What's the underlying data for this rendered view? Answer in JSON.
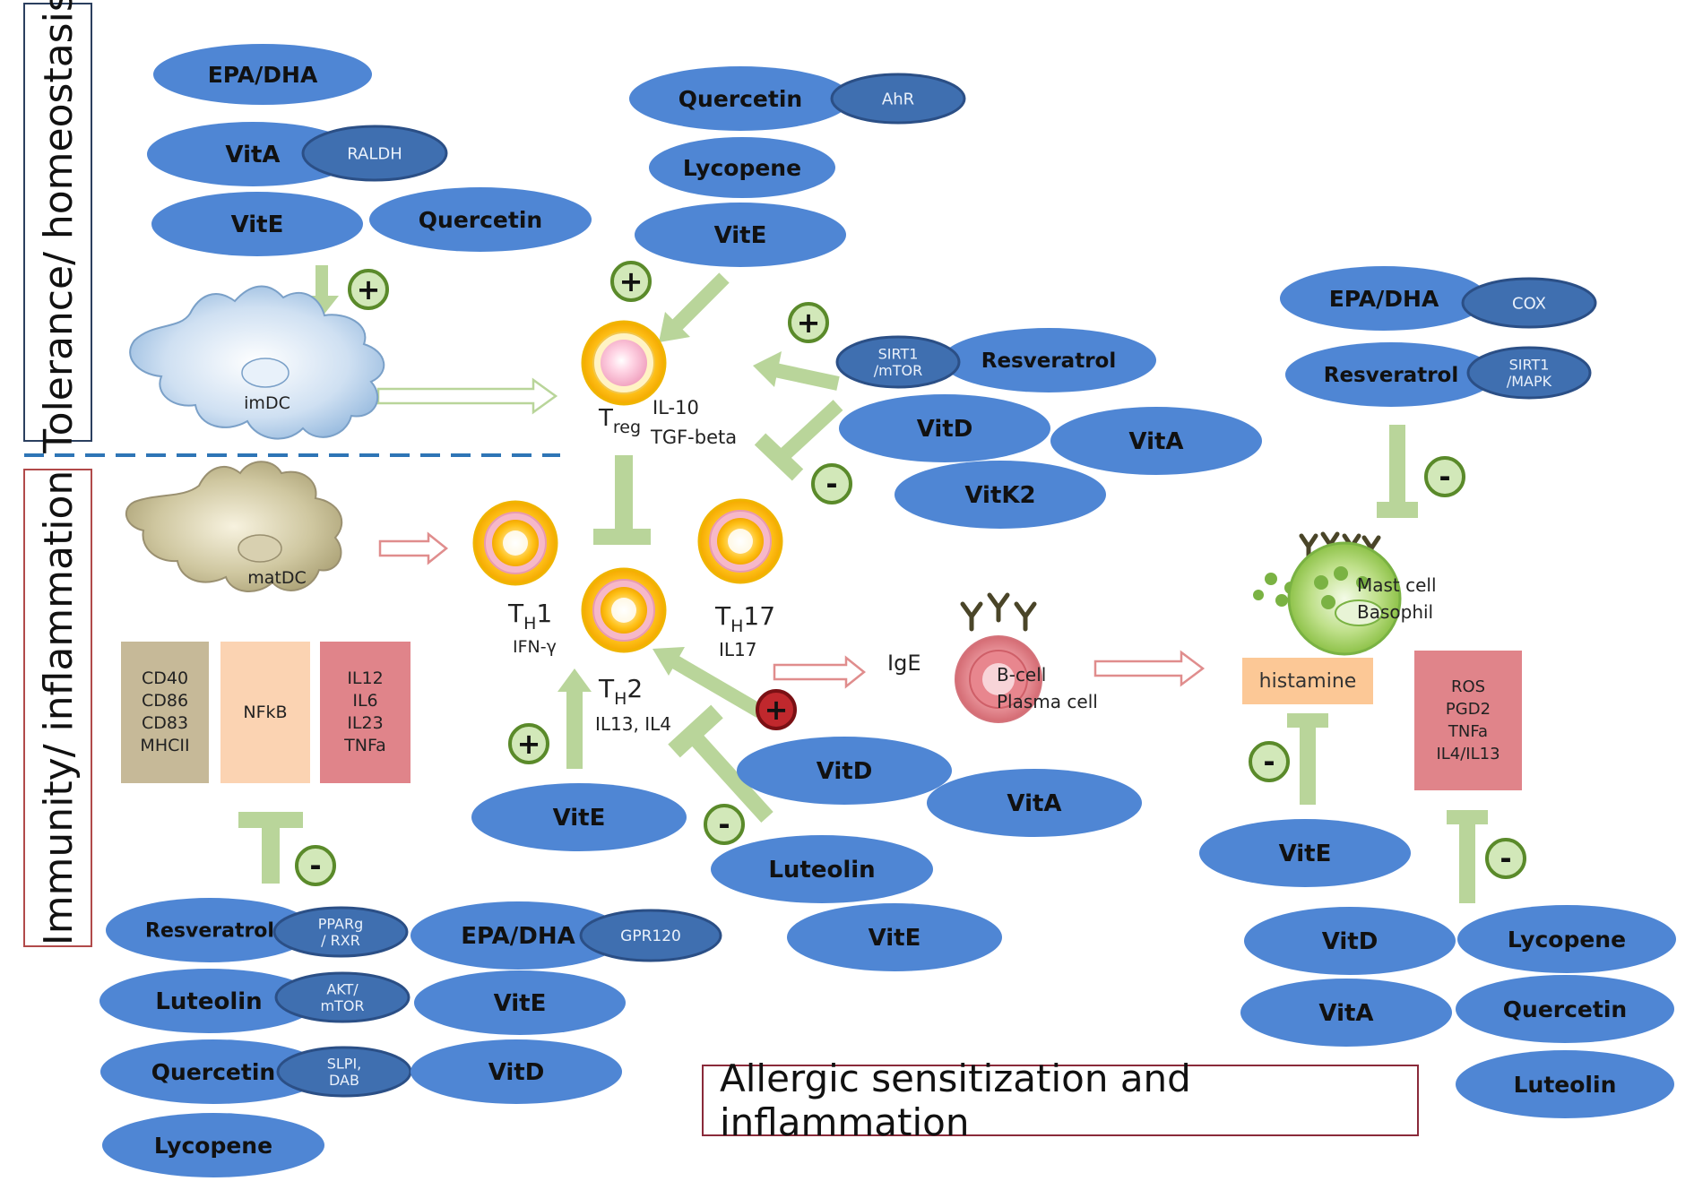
{
  "bands": {
    "tolerance": "Tolerance/ homeostasis",
    "immunity": "Immunity/ inflammation"
  },
  "footer": "Allergic sensitization and inflammation",
  "cells": {
    "imdc": "imDC",
    "matdc": "matDC",
    "treg_main": "T",
    "treg_sub": "reg",
    "treg_cytokines": [
      "IL-10",
      "TGF-beta"
    ],
    "th1_main": "T",
    "th1_sub": "H",
    "th1_num": "1",
    "th1_cytokine": "IFN-γ",
    "th2_main": "T",
    "th2_sub": "H",
    "th2_num": "2",
    "th2_cytokine": "IL13, IL4",
    "th17_main": "T",
    "th17_sub": "H",
    "th17_num": "17",
    "th17_cytokine": "IL17",
    "ige": "IgE",
    "bcell": "B-cell",
    "plasma": "Plasma cell",
    "mast": "Mast cell",
    "basophil": "Basophil"
  },
  "markers": {
    "surface": "CD40\nCD86\nCD83\nMHCII",
    "nfkb": "NFkB",
    "cytokines": "IL12\nIL6\nIL23\nTNFa",
    "mediators": "ROS\nPGD2\nTNFa\nIL4/IL13",
    "histamine": "histamine"
  },
  "nutrients": {
    "tl_epa": "EPA/DHA",
    "tl_vita": "VitA",
    "tl_raldh": "RALDH",
    "tl_vite": "VitE",
    "tl_quercetin": "Quercetin",
    "tc_quercetin": "Quercetin",
    "tc_ahr": "AhR",
    "tc_lycopene": "Lycopene",
    "tc_vite": "VitE",
    "mr_sirt1": "SIRT1\n/mTOR",
    "mr_resveratrol": "Resveratrol",
    "mr_vitd": "VitD",
    "mr_vita": "VitA",
    "mr_vitk2": "VitK2",
    "tr_epa": "EPA/DHA",
    "tr_cox": "COX",
    "tr_resveratrol": "Resveratrol",
    "tr_sirt1": "SIRT1\n/MAPK",
    "c_vite": "VitE",
    "c_vitd": "VitD",
    "c_vita": "VitA",
    "c_luteolin": "Luteolin",
    "c_vite2": "VitE",
    "bl_resveratrol": "Resveratrol",
    "bl_ppar": "PPARg\n/ RXR",
    "bl_luteolin": "Luteolin",
    "bl_akt": "AKT/\nmTOR",
    "bl_quercetin": "Quercetin",
    "bl_slpi": "SLPI,\nDAB",
    "bl_lycopene": "Lycopene",
    "bc_epa": "EPA/DHA",
    "bc_gpr": "GPR120",
    "bc_vite": "VitE",
    "bc_vitd": "VitD",
    "br_vite": "VitE",
    "br_vitd": "VitD",
    "br_lycopene": "Lycopene",
    "br_vita": "VitA",
    "br_quercetin": "Quercetin",
    "br_luteolin": "Luteolin"
  },
  "signs": {
    "plus": "+",
    "minus": "-"
  },
  "colors": {
    "nutrient": "#4f86d4",
    "nutrient_dark": "#3f6fb0",
    "receptor_border": "#2b4f86",
    "arrow": "#b9d59a",
    "sign_fill": "#d2e8b9",
    "sign_border": "#5a8a2a",
    "red_sign": "#c0282d",
    "dashed": "#2e75b6"
  }
}
